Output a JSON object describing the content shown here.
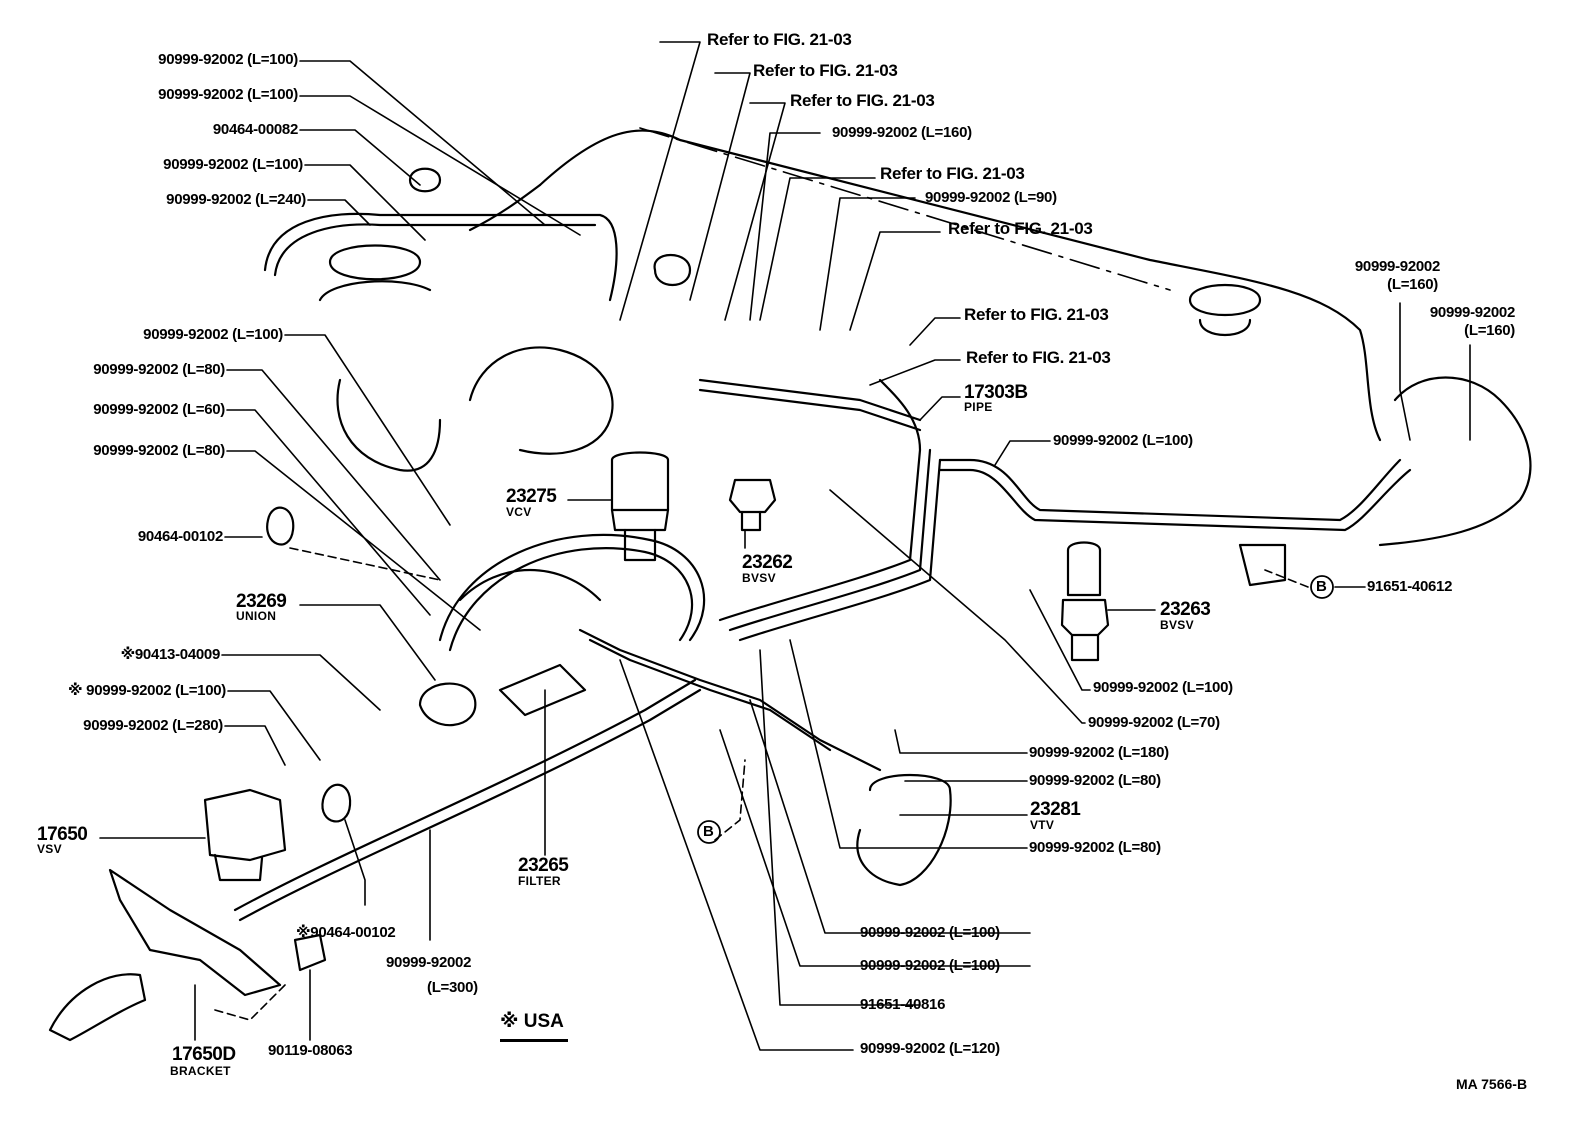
{
  "figure": {
    "code": "MA 7566-B",
    "usa_note": "※ USA",
    "usa_marker": "※"
  },
  "callouts": {
    "left": [
      "90999-92002 (L=100)",
      "90999-92002 (L=100)",
      "90464-00082",
      "90999-92002 (L=100)",
      "90999-92002 (L=240)",
      "90999-92002 (L=100)",
      "90999-92002 (L=80)",
      "90999-92002 (L=60)",
      "90999-92002 (L=80)",
      "90464-00102",
      "※90413-04009",
      "※ 90999-92002 (L=100)",
      "90999-92002 (L=280)"
    ],
    "top": [
      "Refer to FIG. 21-03",
      "Refer to FIG. 21-03",
      "Refer to FIG. 21-03",
      "90999-92002 (L=160)",
      "Refer to FIG. 21-03",
      "90999-92002 (L=90)",
      "Refer to FIG. 21-03",
      "Refer to FIG. 21-03",
      "Refer to FIG. 21-03"
    ],
    "right": [
      "90999-92002 (L=100)",
      "91651-40612",
      "90999-92002 (L=100)",
      "90999-92002 (L=70)",
      "90999-92002 (L=180)",
      "90999-92002 (L=80)",
      "90999-92002 (L=80)"
    ],
    "right_top": [
      {
        "line1": "90999-92002",
        "line2": "(L=160)"
      },
      {
        "line1": "90999-92002",
        "line2": "(L=160)"
      }
    ],
    "bottom": [
      "90999-92002 (L=100)",
      "90999-92002 (L=100)",
      "91651-40816",
      "90999-92002 (L=120)",
      "※90464-00102",
      "90119-08063"
    ],
    "bottom_hose": {
      "line1": "90999-92002",
      "line2": "(L=300)"
    },
    "b_marker": "B"
  },
  "parts": {
    "pipe": {
      "number": "17303B",
      "name": "PIPE"
    },
    "vcv": {
      "number": "23275",
      "name": "VCV"
    },
    "bvsv1": {
      "number": "23262",
      "name": "BVSV"
    },
    "bvsv2": {
      "number": "23263",
      "name": "BVSV"
    },
    "union": {
      "number": "23269",
      "name": "UNION"
    },
    "vsv": {
      "number": "17650",
      "name": "VSV"
    },
    "filter": {
      "number": "23265",
      "name": "FILTER"
    },
    "vtv": {
      "number": "23281",
      "name": "VTV"
    },
    "bracket": {
      "number": "17650D",
      "name": "BRACKET"
    }
  }
}
